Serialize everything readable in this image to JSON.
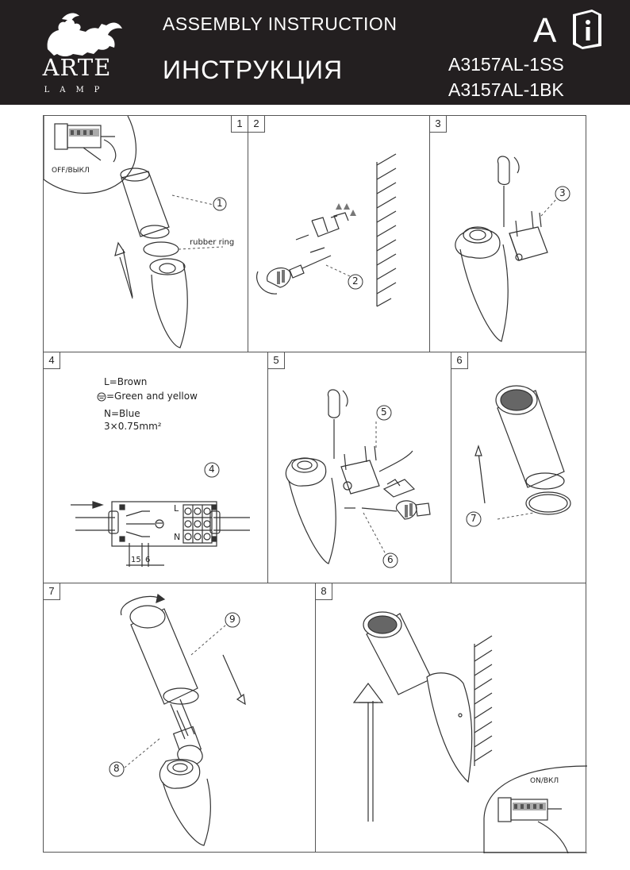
{
  "header": {
    "brand": "ARTE",
    "brand_sub": "LAMP",
    "title_en": "ASSEMBLY INSTRUCTION",
    "title_ru": "ИНСТРУКЦИЯ",
    "models": [
      "A3157AL-1SS",
      "A3157AL-1BK"
    ],
    "language": "A",
    "info_icon": "info-book-icon"
  },
  "panels": {
    "p1": {
      "number": "1",
      "switch_label": "OFF/ВЫКЛ",
      "callout": "1",
      "ring_label": "rubber ring"
    },
    "p2": {
      "number": "2",
      "callout": "2"
    },
    "p3": {
      "number": "3",
      "callout": "3"
    },
    "p4": {
      "number": "4",
      "wiring": [
        "L=Brown",
        "=Green and yellow",
        "N=Blue",
        "3×0.75mm²"
      ],
      "callout": "4",
      "terminal_letters": [
        "L",
        "N"
      ],
      "strip_dims": [
        "15",
        "6"
      ]
    },
    "p5": {
      "number": "5",
      "callouts": [
        "5",
        "6"
      ]
    },
    "p6": {
      "number": "6",
      "callout": "7"
    },
    "p7": {
      "number": "7",
      "callouts": [
        "9",
        "8"
      ]
    },
    "p8": {
      "number": "8",
      "switch_label": "ON/ВКЛ"
    }
  },
  "colors": {
    "header_bg": "#231f20",
    "line": "#333333"
  }
}
